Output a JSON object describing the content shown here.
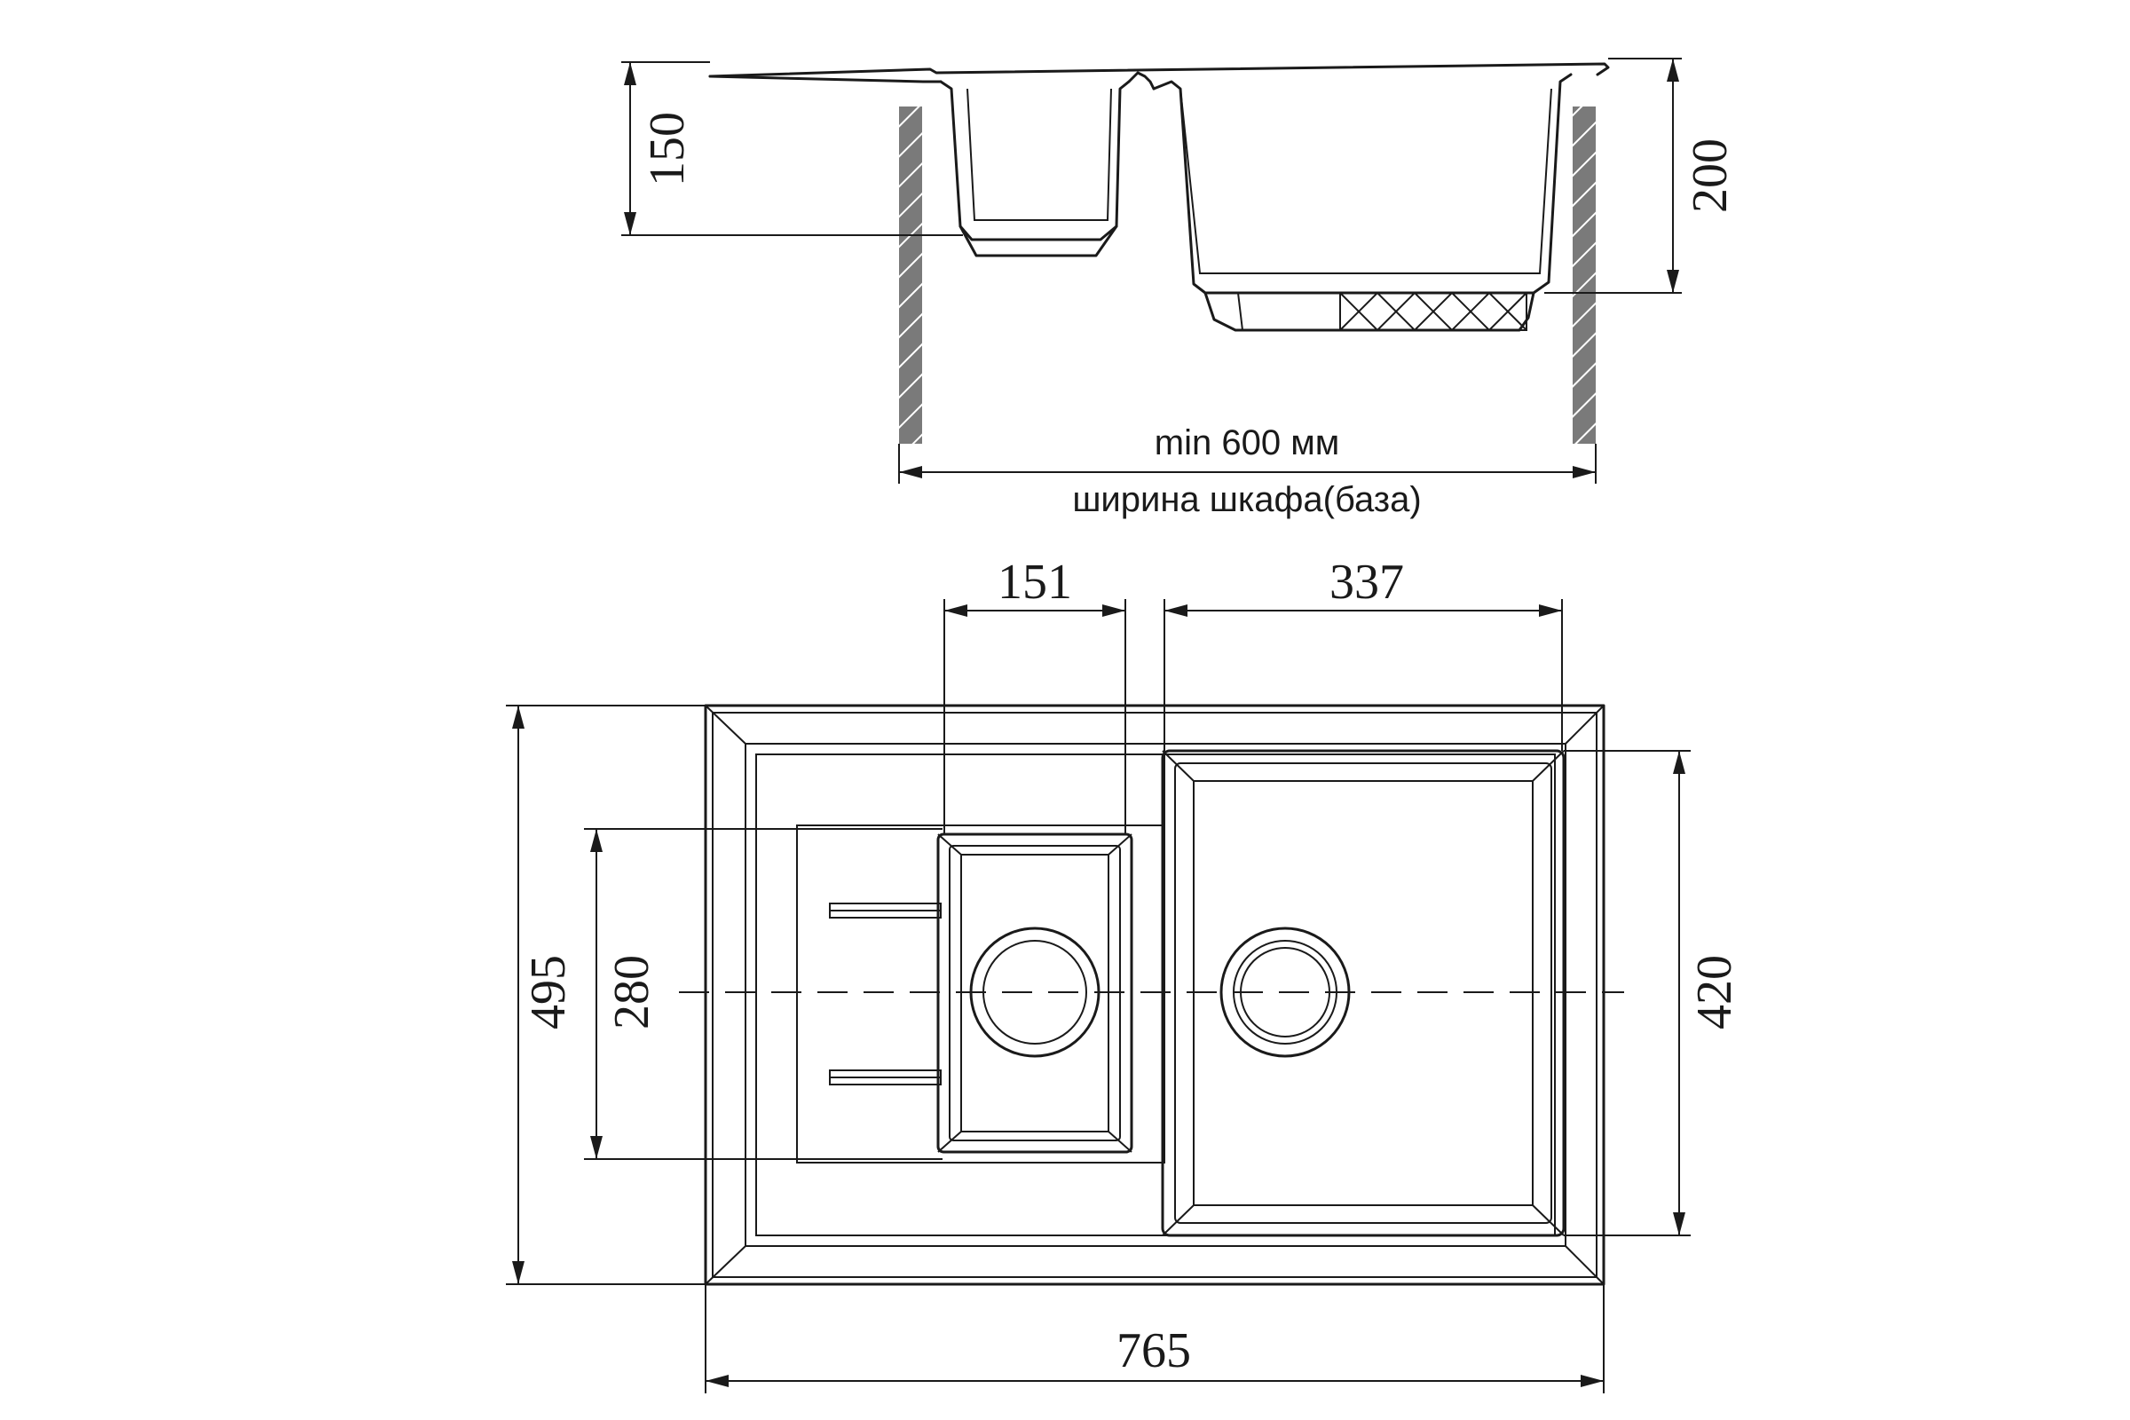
{
  "side_view": {
    "depth_small_bowl": "150",
    "depth_large_bowl": "200",
    "cabinet_min_width": "min 600 мм",
    "cabinet_caption": "ширина шкафа(база)"
  },
  "top_view": {
    "small_bowl_width": "151",
    "large_bowl_width": "337",
    "overall_depth": "495",
    "small_bowl_depth": "280",
    "large_bowl_depth": "420",
    "overall_width": "765"
  }
}
